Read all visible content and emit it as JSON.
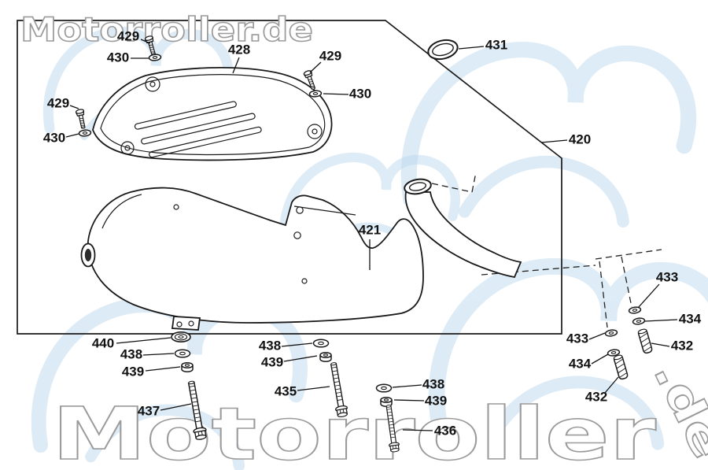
{
  "diagram": {
    "watermarks": {
      "top": "Motorroller.de",
      "bottom_main": "Motorroller",
      "bottom_side": ".de"
    },
    "callouts": [
      {
        "part": "429"
      },
      {
        "part": "430"
      },
      {
        "part": "428"
      },
      {
        "part": "429"
      },
      {
        "part": "430"
      },
      {
        "part": "431"
      },
      {
        "part": "429"
      },
      {
        "part": "430"
      },
      {
        "part": "420"
      },
      {
        "part": "421"
      },
      {
        "part": "433"
      },
      {
        "part": "434"
      },
      {
        "part": "432"
      },
      {
        "part": "433"
      },
      {
        "part": "434"
      },
      {
        "part": "432"
      },
      {
        "part": "440"
      },
      {
        "part": "438"
      },
      {
        "part": "439"
      },
      {
        "part": "437"
      },
      {
        "part": "438"
      },
      {
        "part": "439"
      },
      {
        "part": "435"
      },
      {
        "part": "438"
      },
      {
        "part": "439"
      },
      {
        "part": "436"
      }
    ]
  },
  "colors": {
    "line": "#1a1a1a",
    "watermark_gray": "#9b9b9b",
    "watermark_blue": "#bcd9ee"
  }
}
